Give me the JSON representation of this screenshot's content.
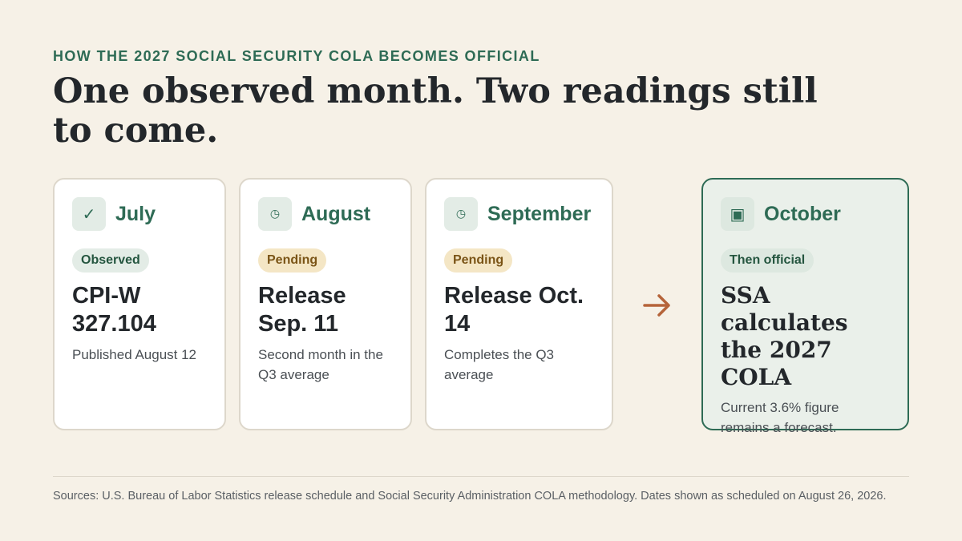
{
  "eyebrow": "HOW THE 2027 SOCIAL SECURITY COLA BECOMES OFFICIAL",
  "headline": "One observed month. Two readings still to come.",
  "cards": [
    {
      "icon": "check-icon",
      "icon_glyph": "✓",
      "month": "July",
      "badge": "Observed",
      "main": "CPI-W 327.104",
      "sub": "Published August 12"
    },
    {
      "icon": "clock-icon",
      "icon_glyph": "◷",
      "month": "August",
      "badge": "Pending",
      "main": "Release Sep. 11",
      "sub": "Second month in the Q3 average"
    },
    {
      "icon": "clock-icon",
      "icon_glyph": "◷",
      "month": "September",
      "badge": "Pending",
      "main": "Release Oct. 14",
      "sub": "Completes the Q3 average"
    },
    {
      "icon": "square-icon",
      "icon_glyph": "▣",
      "month": "October",
      "badge": "Then official",
      "main": "SSA calculates the 2027 COLA",
      "sub": "Current 3.6% figure remains a forecast."
    }
  ],
  "arrow_icon": "arrow-right-icon",
  "sources": "Sources: U.S. Bureau of Labor Statistics release schedule and Social Security Administration COLA methodology. Dates shown as scheduled on August 26, 2026.",
  "colors": {
    "background": "#f6f1e7",
    "accent": "#2e6b55",
    "pending": "#f4e6c5",
    "arrow": "#b5643a"
  }
}
